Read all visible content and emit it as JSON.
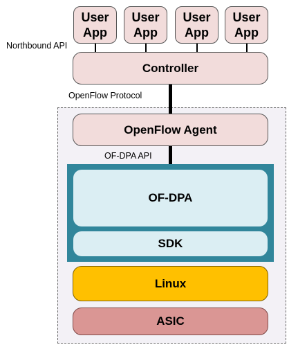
{
  "user_apps": [
    {
      "line1": "User",
      "line2": "App"
    },
    {
      "line1": "User",
      "line2": "App"
    },
    {
      "line1": "User",
      "line2": "App"
    },
    {
      "line1": "User",
      "line2": "App"
    }
  ],
  "labels": {
    "northbound_api": "Northbound API",
    "openflow_protocol": "OpenFlow Protocol",
    "ofdpa_api": "OF-DPA API"
  },
  "layers": {
    "controller": "Controller",
    "openflow_agent": "OpenFlow Agent",
    "ofdpa": "OF-DPA",
    "sdk": "SDK",
    "linux": "Linux",
    "asic": "ASIC"
  },
  "colors": {
    "pink_fill": "#f2dcdb",
    "teal_frame": "#31869b",
    "light_blue_fill": "#dbeef3",
    "linux_fill": "#ffc000",
    "asic_fill": "#da9694",
    "dashed_area_fill": "#f3f1f6"
  }
}
